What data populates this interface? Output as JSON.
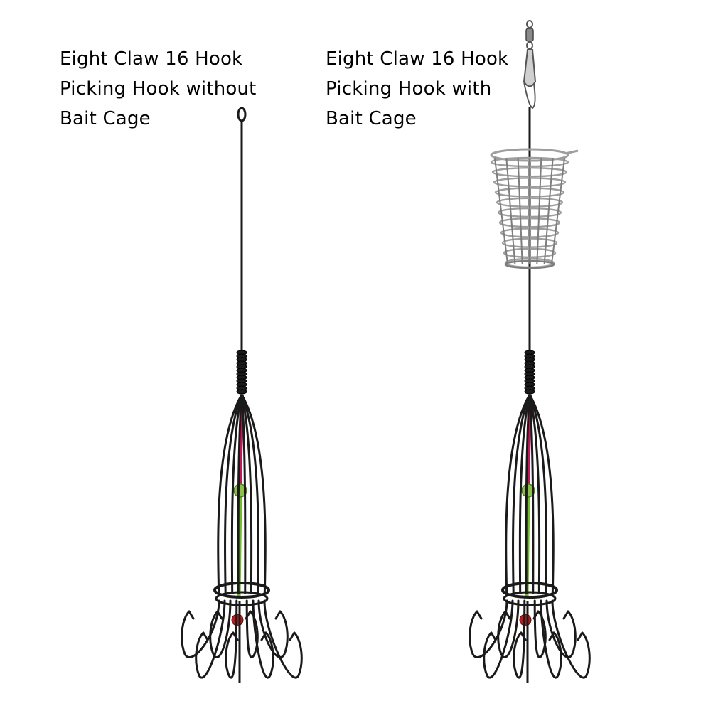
{
  "products": [
    {
      "caption_lines": [
        "Eight Claw 16 Hook",
        "Picking Hook without",
        "Bait Cage"
      ],
      "has_bait_cage": false
    },
    {
      "caption_lines": [
        "Eight Claw 16 Hook",
        "Picking Hook with",
        "Bait Cage"
      ],
      "has_bait_cage": true
    }
  ],
  "colors": {
    "background": "#ffffff",
    "wire": "#1a1a1a",
    "pink_line": "#c2185b",
    "green_line": "#6fbf2a",
    "bead_green": "#8bc34a",
    "bead_red": "#b71c1c",
    "cage_metal": "#9e9e9e"
  }
}
